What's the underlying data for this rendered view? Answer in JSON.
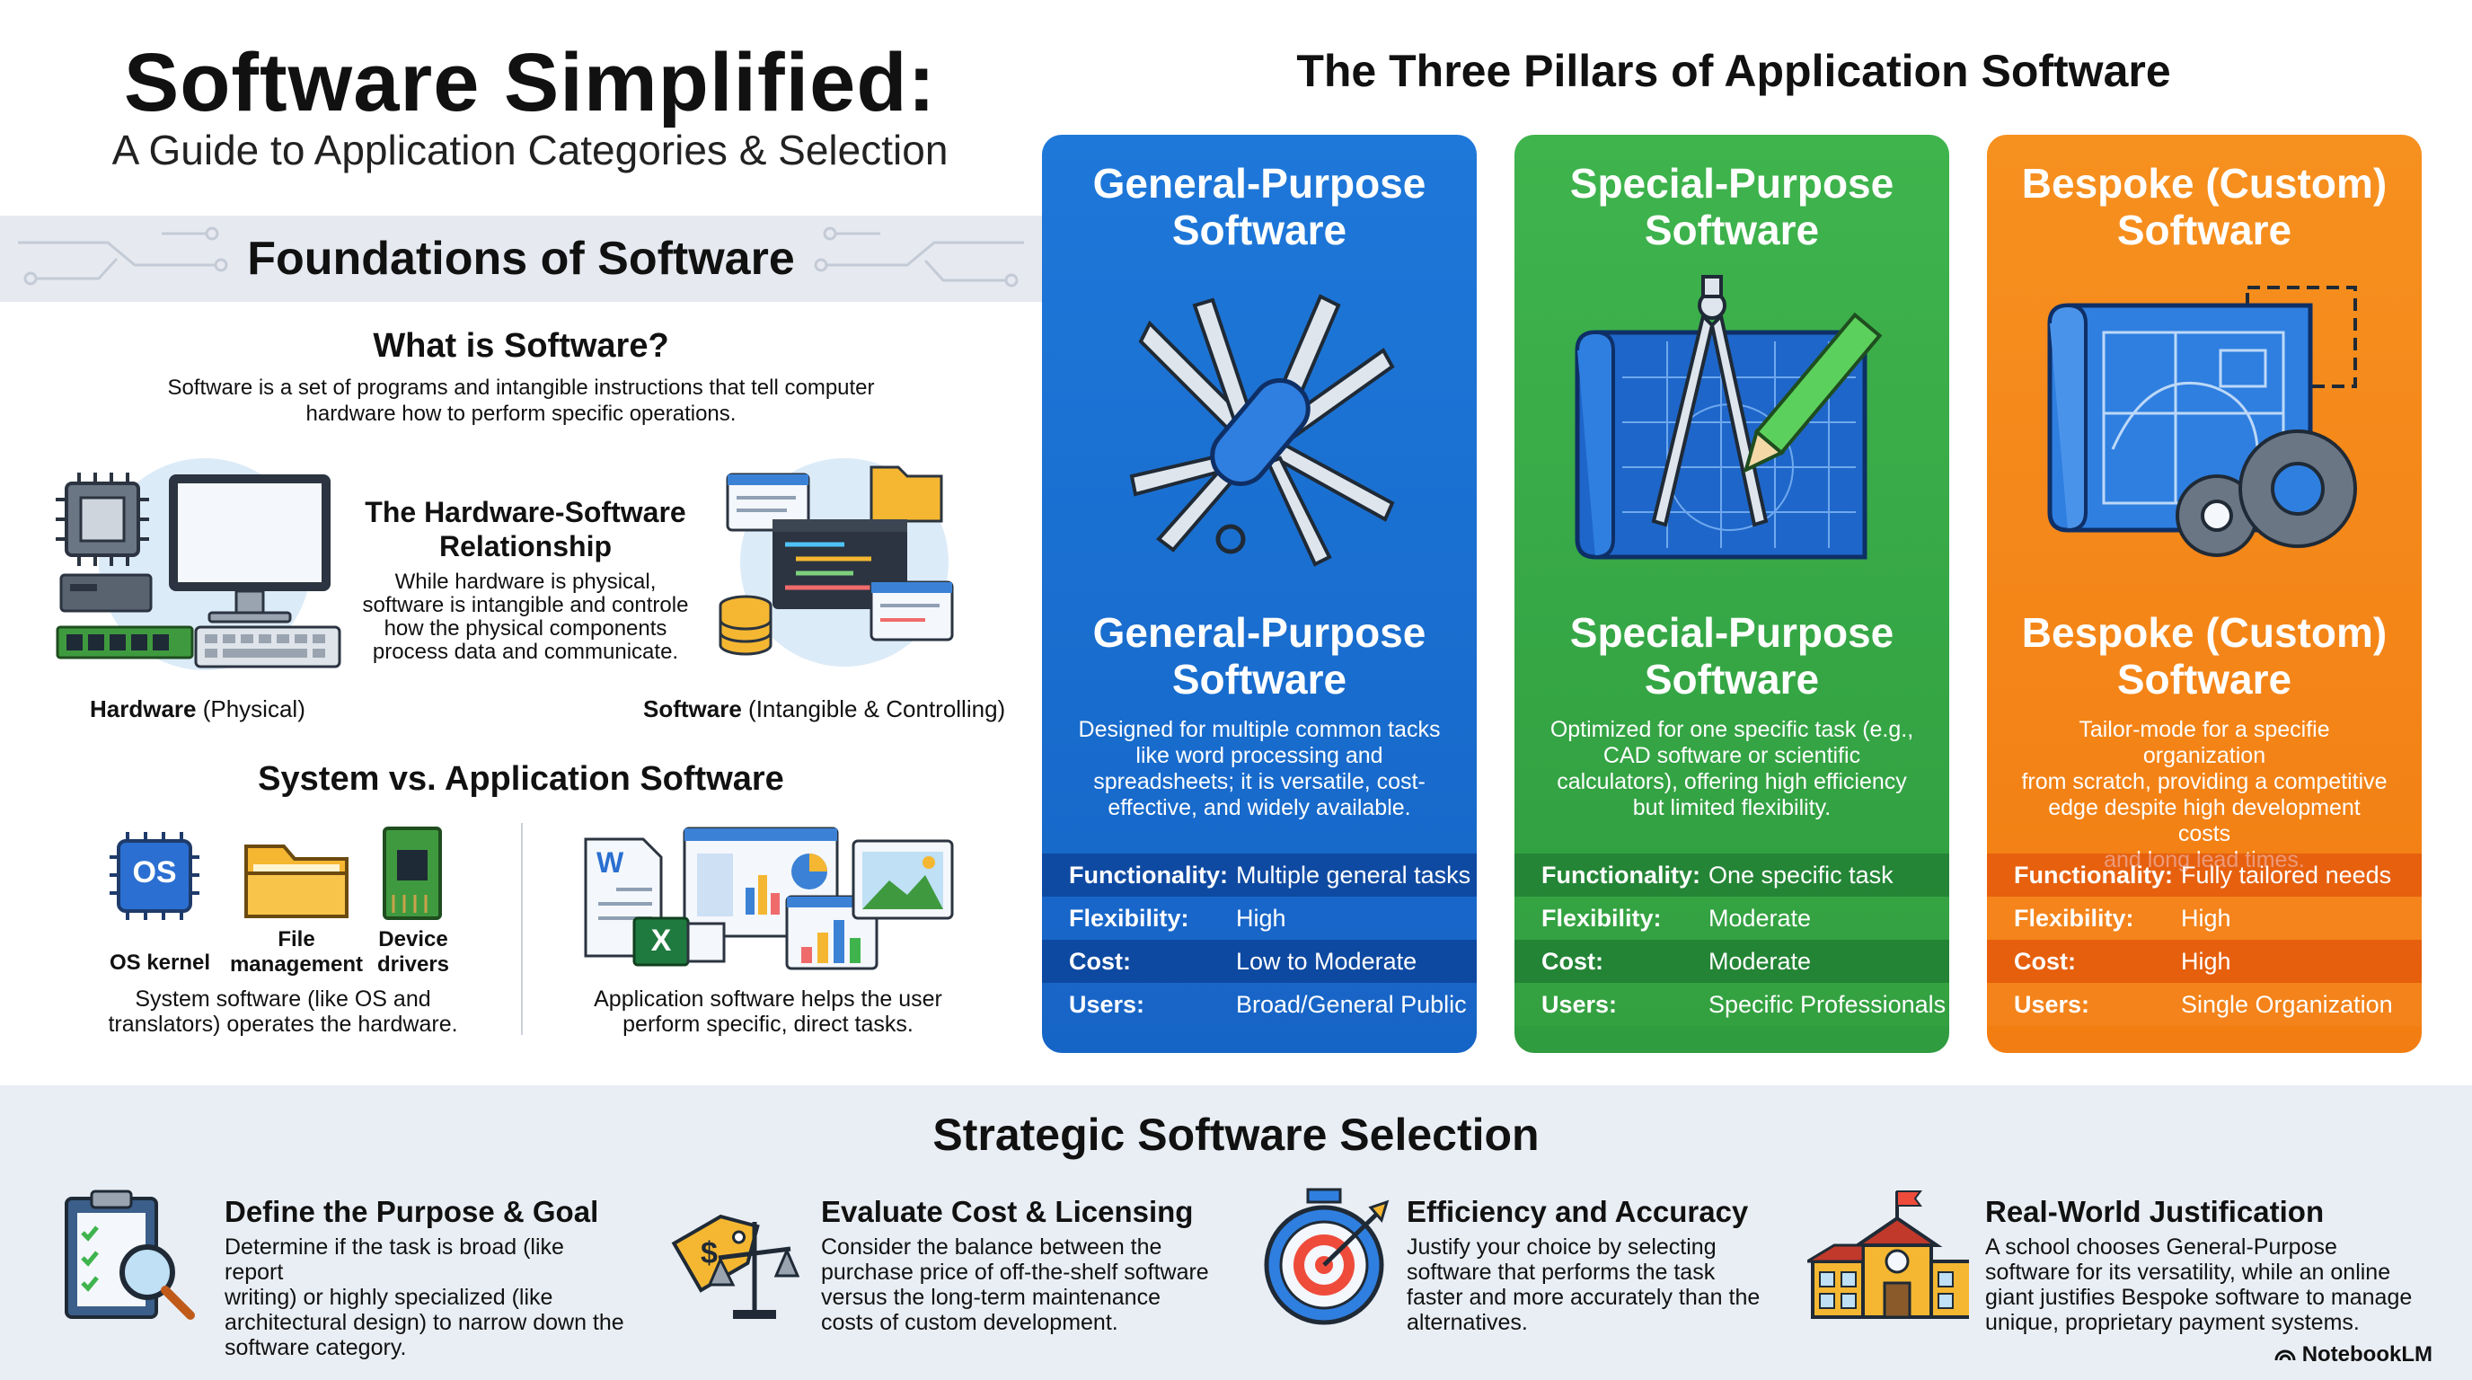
{
  "header": {
    "title": "Software Simplified:",
    "subtitle": "A Guide to Application Categories & Selection"
  },
  "foundations": {
    "banner": "Foundations of Software",
    "what_heading": "What is Software?",
    "what_body_l1": "Software is a set of programs and intangible instructions that tell computer",
    "what_body_l2": "hardware how to perform specific operations.",
    "relationship_heading_l1": "The Hardware-Software",
    "relationship_heading_l2": "Relationship",
    "relationship_body_l1": "While hardware is physical,",
    "relationship_body_l2": "software is intangible and controle",
    "relationship_body_l3": "how the physical components",
    "relationship_body_l4": "process data and communicate.",
    "hardware_caption_bold": "Hardware",
    "hardware_caption_rest": " (Physical)",
    "software_caption_bold": "Software",
    "software_caption_rest": " (Intangible & Controlling)",
    "sys_vs_app_heading": "System vs. Application Software",
    "os_icon_text": "OS",
    "os_label": "OS kernel",
    "file_label_l1": "File",
    "file_label_l2": "management",
    "device_label_l1": "Device",
    "device_label_l2": "drivers",
    "system_body_l1": "System software (like OS and",
    "system_body_l2": "translators) operates the hardware.",
    "word_icon_text": "W",
    "excel_icon_text": "X",
    "app_body_l1": "Application software helps the user",
    "app_body_l2": "perform specific, direct tasks."
  },
  "pillars": {
    "heading": "The Three Pillars of Application Software",
    "general": {
      "title_l1": "General-Purpose",
      "title_l2": "Software",
      "name_l1": "General-Purpose",
      "name_l2": "Software",
      "desc_l1": "Designed for multiple common tacks",
      "desc_l2": "like word processing and",
      "desc_l3": "spreadsheets; it is versatile, cost-",
      "desc_l4": "effective, and widely available.",
      "rows": [
        {
          "key": "Functionality:",
          "value": "Multiple general tasks"
        },
        {
          "key": "Flexibility:",
          "value": "High"
        },
        {
          "key": "Cost:",
          "value": "Low to Moderate"
        },
        {
          "key": "Users:",
          "value": "Broad/General Public"
        }
      ],
      "color": "#1e78d9"
    },
    "special": {
      "title_l1": "Special-Purpose",
      "title_l2": "Software",
      "name_l1": "Special-Purpose",
      "name_l2": "Software",
      "desc_l1": "Optimized for one specific task (e.g.,",
      "desc_l2": "CAD software or scientific",
      "desc_l3": "calculators), offering high efficiency",
      "desc_l4": "but limited flexibility.",
      "rows": [
        {
          "key": "Functionality:",
          "value": "One specific task"
        },
        {
          "key": "Flexibility:",
          "value": "Moderate"
        },
        {
          "key": "Cost:",
          "value": "Moderate"
        },
        {
          "key": "Users:",
          "value": "Specific Professionals"
        }
      ],
      "color": "#3fb44d"
    },
    "bespoke": {
      "title_l1": "Bespoke (Custom)",
      "title_l2": "Software",
      "name_l1": "Bespoke (Custom)",
      "name_l2": "Software",
      "desc_l1": "Tailor-mode for a specifie organization",
      "desc_l2": "from scratch, providing a competitive",
      "desc_l3": "edge despite high development costs",
      "desc_l4": "and long lead times.",
      "rows": [
        {
          "key": "Functionality:",
          "value": "Fully tailored needs"
        },
        {
          "key": "Flexibility:",
          "value": "High"
        },
        {
          "key": "Cost:",
          "value": "High"
        },
        {
          "key": "Users:",
          "value": "Single Organization"
        }
      ],
      "color": "#f6901f"
    }
  },
  "strategic": {
    "heading": "Strategic Software Selection",
    "items": [
      {
        "title": "Define the Purpose & Goal",
        "l1": "Determine if the task is broad (like report",
        "l2": "writing) or highly specialized (like",
        "l3": "architectural design) to narrow down the",
        "l4": "software category."
      },
      {
        "title": "Evaluate Cost & Licensing",
        "l1": "Consider the balance between the",
        "l2": "purchase price of off-the-shelf software",
        "l3": "versus the long-term maintenance",
        "l4": "costs of custom development."
      },
      {
        "title": "Efficiency and Accuracy",
        "l1": "Justify your choice by selecting",
        "l2": "software that performs the task",
        "l3": "faster and more accurately than the",
        "l4": "alternatives."
      },
      {
        "title": "Real-World Justification",
        "l1": "A school chooses General-Purpose",
        "l2": "software for its versatility, while an online",
        "l3": "giant justifies Bespoke software to manage",
        "l4": "unique, proprietary payment systems."
      }
    ]
  },
  "brand": "NotebookLM"
}
